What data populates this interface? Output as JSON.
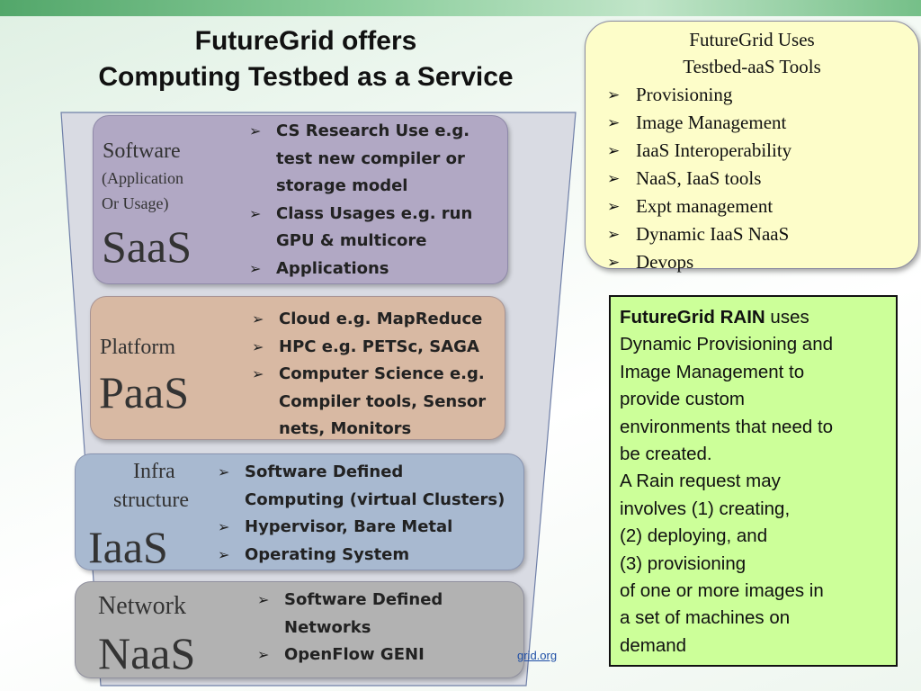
{
  "title": {
    "line1": "FutureGrid offers",
    "line2": "Computing Testbed as a Service"
  },
  "layers": {
    "saas": {
      "label_small": "Software",
      "label_sub1": "(Application",
      "label_sub2": "Or  Usage)",
      "label_big": "SaaS",
      "bullets": [
        "CS Research Use e.g.",
        "test new compiler or",
        "storage model",
        "Class Usages e.g. run",
        "GPU  & multicore",
        "Applications"
      ],
      "color": "#b1a8c4"
    },
    "paas": {
      "label_small": "Platform",
      "label_big": "PaaS",
      "bullets": [
        "Cloud e.g. MapReduce",
        "HPC e.g. PETSc, SAGA",
        "Computer Science e.g.",
        "Compiler tools, Sensor",
        "nets, Monitors"
      ],
      "color": "#d8b9a3"
    },
    "iaas": {
      "label_small1": "Infra",
      "label_small2": "structure",
      "label_big": "IaaS",
      "bullets": [
        "Software Defined",
        "Computing (virtual Clusters)",
        "Hypervisor, Bare Metal",
        "Operating System"
      ],
      "color": "#a8b9d0"
    },
    "naas": {
      "label_small": "Network",
      "label_big": "NaaS",
      "bullets": [
        "Software Defined",
        "Networks",
        "OpenFlow GENI"
      ],
      "color": "#b2b2b2"
    }
  },
  "uses_box": {
    "title1": "FutureGrid Uses",
    "title2": "Testbed-aaS Tools",
    "items": [
      "Provisioning",
      "Image Management",
      "IaaS Interoperability",
      "NaaS, IaaS tools",
      "Expt management",
      "Dynamic IaaS NaaS",
      "Devops"
    ]
  },
  "rain_box": {
    "bold": "FutureGrid RAIN",
    "lines": [
      " uses",
      "Dynamic Provisioning and",
      "Image Management to",
      "provide custom",
      "environments that need to",
      "be created.",
      "A Rain request may",
      "involves (1) creating,",
      "(2) deploying, and",
      "(3) provisioning",
      "of one or more images in",
      "a set of machines on",
      "demand"
    ]
  },
  "footer_url": "grid.org",
  "bullet_icon": "arrow-bullet-icon"
}
